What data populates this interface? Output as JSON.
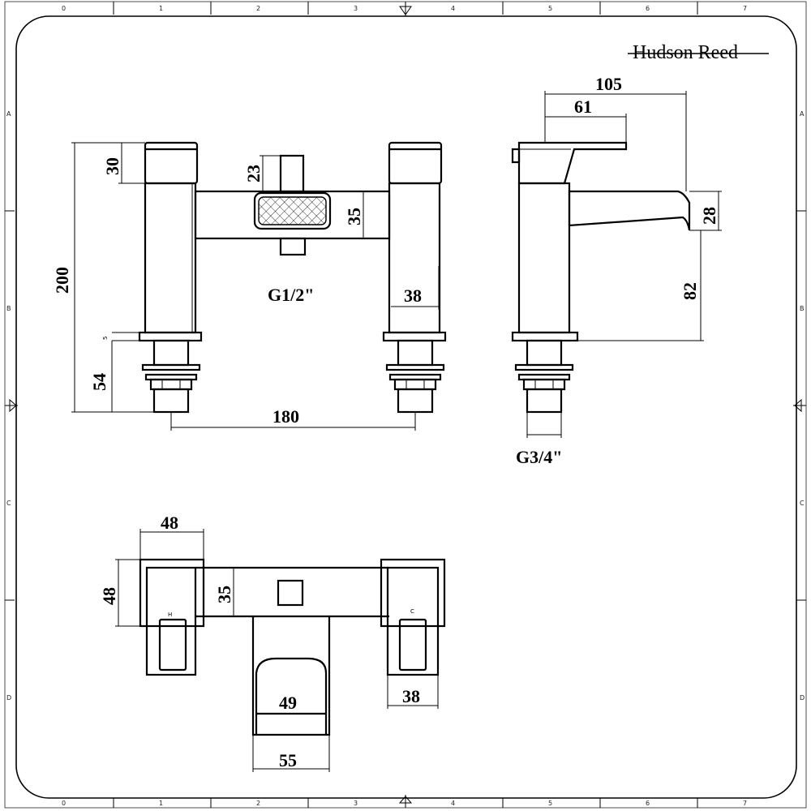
{
  "brand": {
    "name": "Hudson Reed"
  },
  "frame": {
    "column_labels": [
      "0",
      "1",
      "2",
      "3",
      "4",
      "5",
      "6",
      "7"
    ],
    "row_labels": [
      "A",
      "B",
      "C",
      "D"
    ]
  },
  "dimensions": {
    "front_total_height": "200",
    "front_handle_height": "30",
    "front_diverter_height": "23",
    "front_body_height": "35",
    "front_outlet_thread": "G1/2\"",
    "front_leg_width": "38",
    "front_flange": "5",
    "front_tail_height": "54",
    "front_centres": "180",
    "side_depth_total": "105",
    "side_depth_handle": "61",
    "side_spout_height": "28",
    "side_spout_clearance": "82",
    "side_inlet_thread": "G3/4\"",
    "plan_handle_width": "48",
    "plan_handle_depth": "48",
    "plan_body_depth": "35",
    "plan_leg_width": "38",
    "plan_spout_inner": "49",
    "plan_spout_outer": "55"
  },
  "handle_marks": {
    "hot": "H",
    "cold": "C"
  }
}
